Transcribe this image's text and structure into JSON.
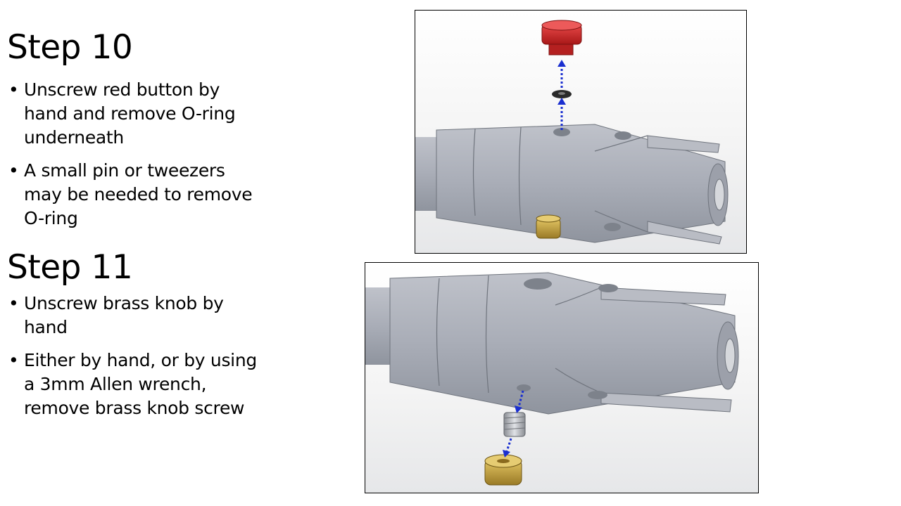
{
  "slide": {
    "step10": {
      "title": "Step 10",
      "bullets": [
        "Unscrew red button by hand and remove O-ring underneath",
        "A small pin or tweezers may be needed to remove O-ring"
      ]
    },
    "step11": {
      "title": "Step 11",
      "bullets": [
        "Unscrew brass knob by hand",
        "Either by hand, or by using a 3mm Allen wrench, remove brass knob screw"
      ]
    }
  },
  "colors": {
    "part_body": "#a9adb7",
    "part_shadow": "#8e939d",
    "red_button": "#d42a2a",
    "brass_knob": "#c9a640",
    "arrow": "#1a2fd0",
    "o_ring": "#2a2a2a"
  }
}
